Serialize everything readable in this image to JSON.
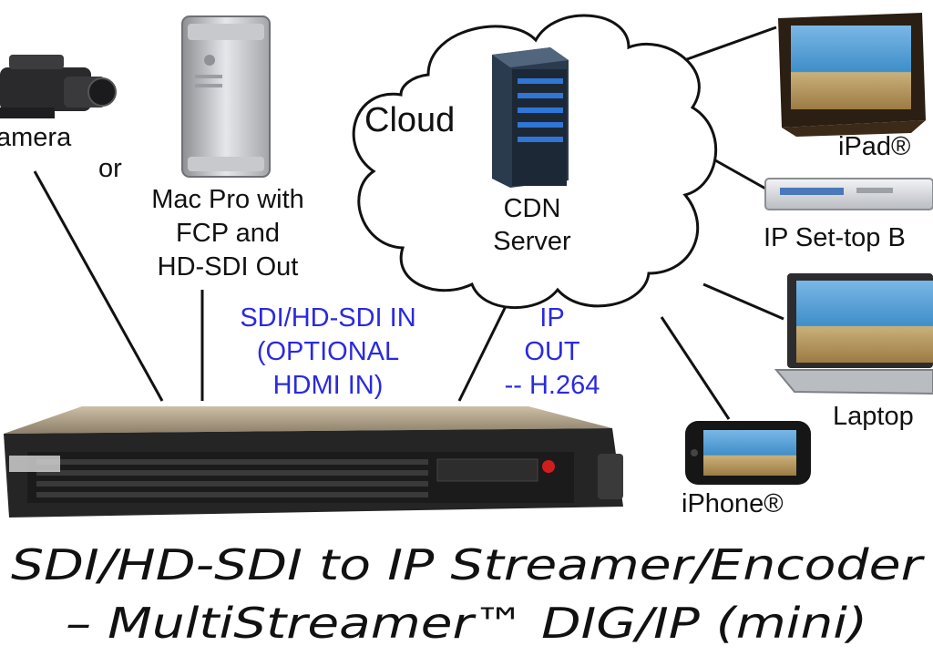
{
  "labels": {
    "camera": "amera",
    "or": "or",
    "mac_pro": [
      "Mac Pro with",
      "FCP and",
      "HD-SDI Out"
    ],
    "cloud": "Cloud",
    "cdn_server": [
      "CDN",
      "Server"
    ],
    "ipad": "iPad®",
    "settop": "IP Set-top B",
    "laptop": "Laptop",
    "iphone": "iPhone®"
  },
  "annotations": {
    "sdi_in": [
      "SDI/HD-SDI IN",
      "(OPTIONAL",
      "HDMI IN)"
    ],
    "ip_out": [
      "IP",
      "OUT",
      "-- H.264"
    ]
  },
  "caption": {
    "line1": "SDI/HD-SDI to IP Streamer/Encoder",
    "line2": "– MultiStreamer™ DIG/IP (mini)"
  },
  "colors": {
    "annotation": "#2a2ae0",
    "text": "#111111"
  }
}
